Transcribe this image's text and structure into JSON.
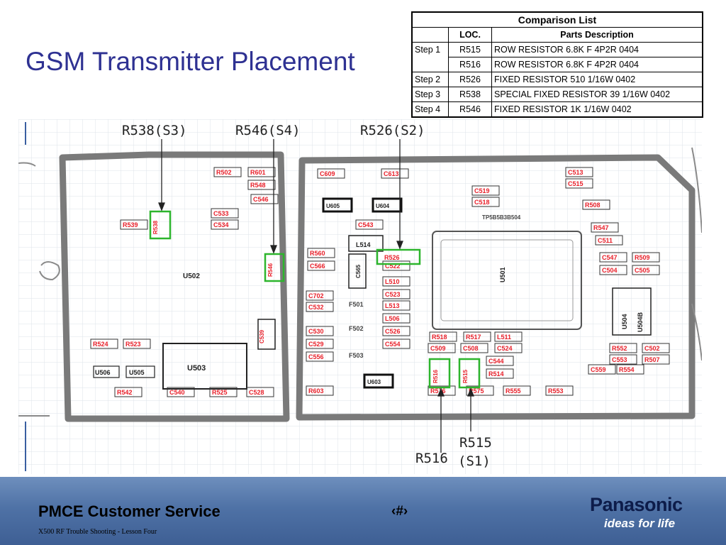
{
  "slide": {
    "title": "GSM Transmitter Placement"
  },
  "table": {
    "caption": "Comparison List",
    "headers": [
      "",
      "LOC.",
      "Parts Description"
    ],
    "rows": [
      {
        "step": "Step 1",
        "loc": "R515",
        "desc": "ROW RESISTOR 6.8K F 4P2R 0404"
      },
      {
        "step": "",
        "loc": "R516",
        "desc": "ROW RESISTOR 6.8K F 4P2R 0404"
      },
      {
        "step": "Step 2",
        "loc": "R526",
        "desc": "FIXED RESISTOR 510 1/16W 0402"
      },
      {
        "step": "Step 3",
        "loc": "R538",
        "desc": "SPECIAL FIXED RESISTOR 39 1/16W 0402"
      },
      {
        "step": "Step 4",
        "loc": "R546",
        "desc": "FIXED RESISTOR 1K 1/16W 0402"
      }
    ]
  },
  "diagram": {
    "callouts": {
      "r538": "R538(S3)",
      "r546": "R546(S4)",
      "r526": "R526(S2)",
      "r516": "R516",
      "r515": "R515",
      "s1": "(S1)"
    },
    "highlighted": {
      "r538": "R538",
      "r546": "R546",
      "r526": "R526",
      "r516": "R516",
      "r515": "R515"
    },
    "chips": {
      "u502": "U502",
      "u503": "U503",
      "u501": "U501",
      "u504": "U504",
      "u504b": "U504B",
      "u505": "U505",
      "u506": "U506",
      "u603": "U603",
      "u604": "U604",
      "u605": "U605",
      "l514": "L514",
      "c539": "C539",
      "c565": "C565"
    },
    "components": [
      {
        "label": "R502",
        "key": "R502"
      },
      {
        "label": "R601",
        "key": "R601"
      },
      {
        "label": "R548",
        "key": "R548"
      },
      {
        "label": "C546",
        "key": "C546"
      },
      {
        "label": "R539",
        "key": "R539"
      },
      {
        "label": "C533",
        "key": "C533"
      },
      {
        "label": "C534",
        "key": "C534"
      },
      {
        "label": "C609",
        "key": "C609"
      },
      {
        "label": "C613",
        "key": "C613"
      },
      {
        "label": "C513",
        "key": "C513"
      },
      {
        "label": "C515",
        "key": "C515"
      },
      {
        "label": "C519",
        "key": "C519"
      },
      {
        "label": "C518",
        "key": "C518"
      },
      {
        "label": "R508",
        "key": "R508"
      },
      {
        "label": "C543",
        "key": "C543"
      },
      {
        "label": "R547",
        "key": "R547"
      },
      {
        "label": "C511",
        "key": "C511"
      },
      {
        "label": "R560",
        "key": "R560"
      },
      {
        "label": "C566",
        "key": "C566"
      },
      {
        "label": "C522",
        "key": "C522"
      },
      {
        "label": "C547",
        "key": "C547"
      },
      {
        "label": "R509",
        "key": "R509"
      },
      {
        "label": "C504",
        "key": "C504"
      },
      {
        "label": "C505",
        "key": "C505"
      },
      {
        "label": "L510",
        "key": "L510"
      },
      {
        "label": "C523",
        "key": "C523"
      },
      {
        "label": "L513",
        "key": "L513"
      },
      {
        "label": "L506",
        "key": "L506"
      },
      {
        "label": "C526",
        "key": "C526"
      },
      {
        "label": "C554",
        "key": "C554"
      },
      {
        "label": "C702",
        "key": "C702"
      },
      {
        "label": "C532",
        "key": "C532"
      },
      {
        "label": "C530",
        "key": "C530"
      },
      {
        "label": "C529",
        "key": "C529"
      },
      {
        "label": "C556",
        "key": "C556"
      },
      {
        "label": "R524",
        "key": "R524"
      },
      {
        "label": "R523",
        "key": "R523"
      },
      {
        "label": "R518",
        "key": "R518"
      },
      {
        "label": "R517",
        "key": "R517"
      },
      {
        "label": "L511",
        "key": "L511"
      },
      {
        "label": "C509",
        "key": "C509"
      },
      {
        "label": "C508",
        "key": "C508"
      },
      {
        "label": "C524",
        "key": "C524"
      },
      {
        "label": "R552",
        "key": "R552"
      },
      {
        "label": "C502",
        "key": "C502"
      },
      {
        "label": "C553",
        "key": "C553"
      },
      {
        "label": "R507",
        "key": "R507"
      },
      {
        "label": "C544",
        "key": "C544"
      },
      {
        "label": "R514",
        "key": "R514"
      },
      {
        "label": "C559",
        "key": "C559"
      },
      {
        "label": "R554",
        "key": "R554"
      },
      {
        "label": "R542",
        "key": "R542"
      },
      {
        "label": "C540",
        "key": "C540"
      },
      {
        "label": "R525",
        "key": "R525"
      },
      {
        "label": "C528",
        "key": "C528"
      },
      {
        "label": "R603",
        "key": "R603"
      },
      {
        "label": "R576",
        "key": "R576"
      },
      {
        "label": "R575",
        "key": "R575"
      },
      {
        "label": "R555",
        "key": "R555"
      },
      {
        "label": "R553",
        "key": "R553"
      }
    ],
    "labels_misc": {
      "f501": "F501",
      "f502": "F502",
      "f503": "F503",
      "tp": "TP5B5B3B504"
    }
  },
  "footer": {
    "left": "PMCE Customer Service",
    "center": "‹#›",
    "sub": "X500 RF Trouble Shooting  -  Lesson Four",
    "brand": "Panasonic",
    "tagline": "ideas for life"
  },
  "colors": {
    "title": "#2e3192",
    "board_outline": "#7a7a7a",
    "component_red": "#e8202a",
    "highlight_green": "#2db52d",
    "footer_blue": "#4f72a6"
  }
}
